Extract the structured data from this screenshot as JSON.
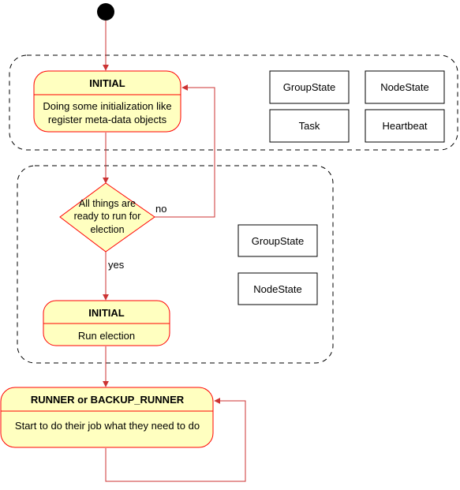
{
  "diagram": {
    "colors": {
      "state_fill": "#ffffc0",
      "state_stroke": "#ff0000",
      "edge": "#cc3333",
      "start": "#000000",
      "text": "#000000",
      "group_border": "#000000",
      "box_border": "#000000"
    },
    "initial_state": {
      "title": "INITIAL",
      "body_line1": "Doing some initialization like",
      "body_line2": "register meta-data objects"
    },
    "decision": {
      "line1": "All things are",
      "line2": "ready to run for",
      "line3": "election",
      "no_label": "no",
      "yes_label": "yes"
    },
    "election_state": {
      "title": "INITIAL",
      "body": "Run election"
    },
    "runner_state": {
      "title": "RUNNER or BACKUP_RUNNER",
      "body": "Start to do their job what they need to do"
    },
    "group1_boxes": [
      "GroupState",
      "NodeState",
      "Task",
      "Heartbeat"
    ],
    "group2_boxes": [
      "GroupState",
      "NodeState"
    ]
  }
}
